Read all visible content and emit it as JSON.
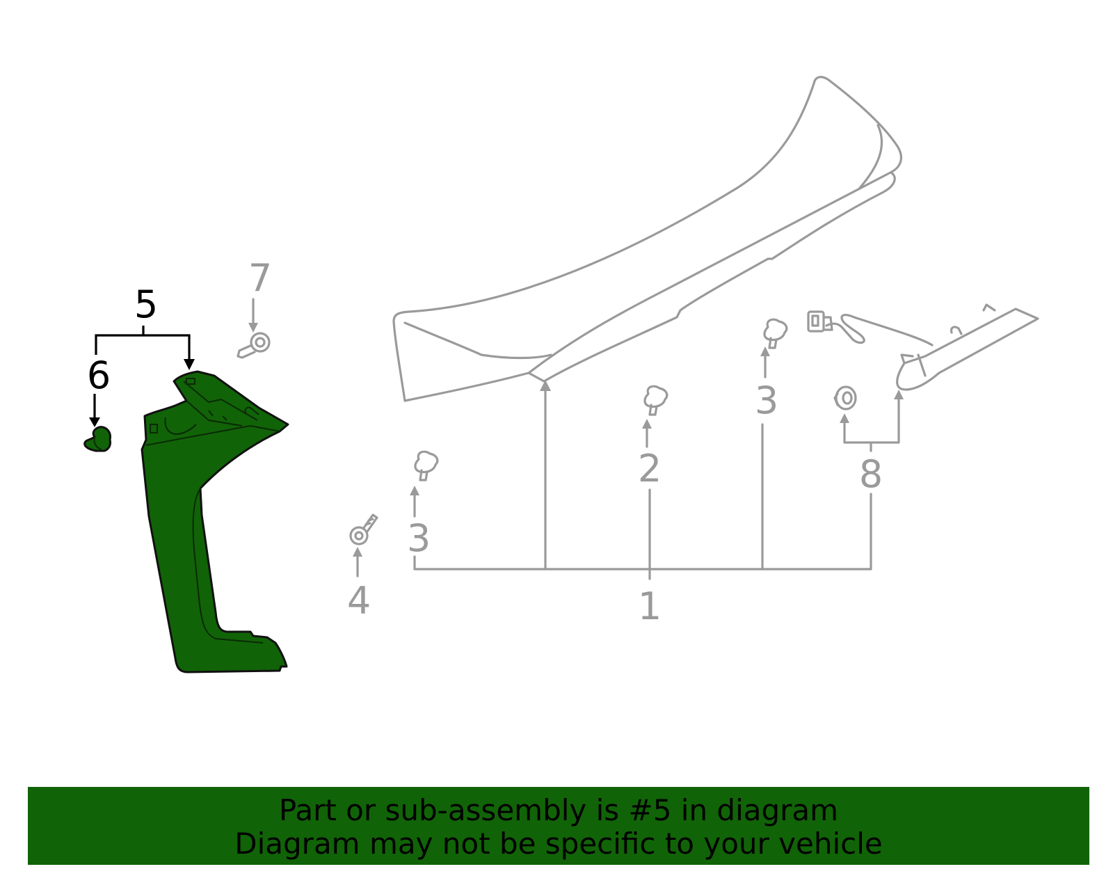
{
  "diagram": {
    "callouts": {
      "c1": "1",
      "c2": "2",
      "c3a": "3",
      "c3b": "3",
      "c4": "4",
      "c5": "5",
      "c6": "6",
      "c7": "7",
      "c8": "8"
    },
    "highlighted_part": "5",
    "colors": {
      "highlight": "#116307",
      "line_gray": "#9a9a9a",
      "line_black": "#000000"
    }
  },
  "banner": {
    "line1": "Part or sub-assembly is #5 in diagram",
    "line2": "Diagram may not be specific to your vehicle"
  }
}
